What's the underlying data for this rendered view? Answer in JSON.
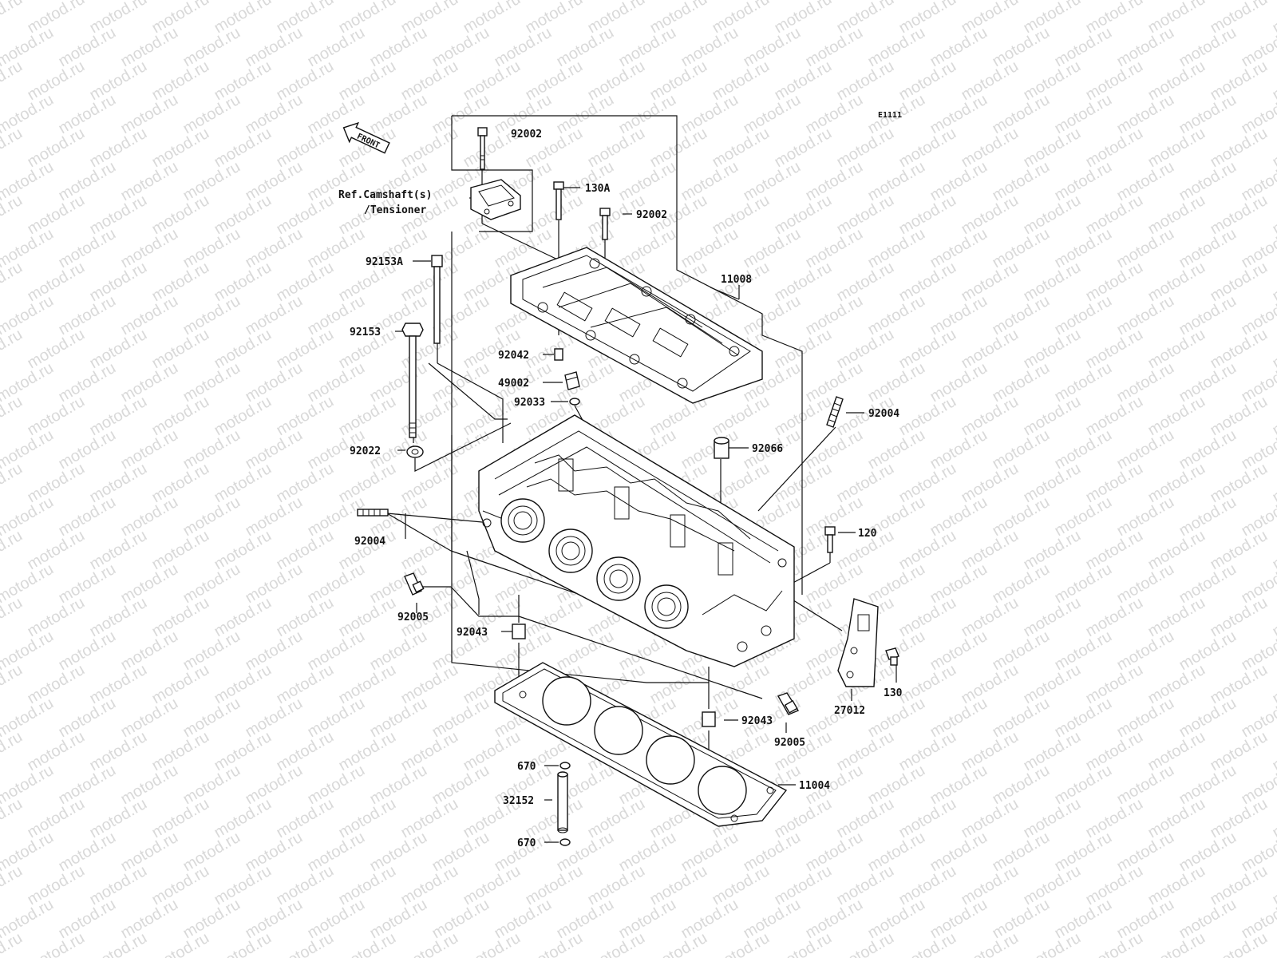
{
  "watermark": "motod.ru",
  "diagram_code": "E1111",
  "front_arrow_label": "FRONT",
  "reference_note": [
    "Ref.Camshaft(s)",
    "/Tensioner"
  ],
  "callouts": [
    {
      "id": "c-92002-top",
      "text": "92002"
    },
    {
      "id": "c-130A",
      "text": "130A"
    },
    {
      "id": "c-92002-mid",
      "text": "92002"
    },
    {
      "id": "c-92153A",
      "text": "92153A"
    },
    {
      "id": "c-11008",
      "text": "11008"
    },
    {
      "id": "c-92153",
      "text": "92153"
    },
    {
      "id": "c-92042",
      "text": "92042"
    },
    {
      "id": "c-49002",
      "text": "49002"
    },
    {
      "id": "c-92033",
      "text": "92033"
    },
    {
      "id": "c-92004-right",
      "text": "92004"
    },
    {
      "id": "c-92022",
      "text": "92022"
    },
    {
      "id": "c-92066",
      "text": "92066"
    },
    {
      "id": "c-92004-left",
      "text": "92004"
    },
    {
      "id": "c-120",
      "text": "120"
    },
    {
      "id": "c-92005-left",
      "text": "92005"
    },
    {
      "id": "c-92043-left",
      "text": "92043"
    },
    {
      "id": "c-130",
      "text": "130"
    },
    {
      "id": "c-27012",
      "text": "27012"
    },
    {
      "id": "c-92043-right",
      "text": "92043"
    },
    {
      "id": "c-92005-right",
      "text": "92005"
    },
    {
      "id": "c-670-top",
      "text": "670"
    },
    {
      "id": "c-11004",
      "text": "11004"
    },
    {
      "id": "c-32152",
      "text": "32152"
    },
    {
      "id": "c-670-bottom",
      "text": "670"
    }
  ]
}
